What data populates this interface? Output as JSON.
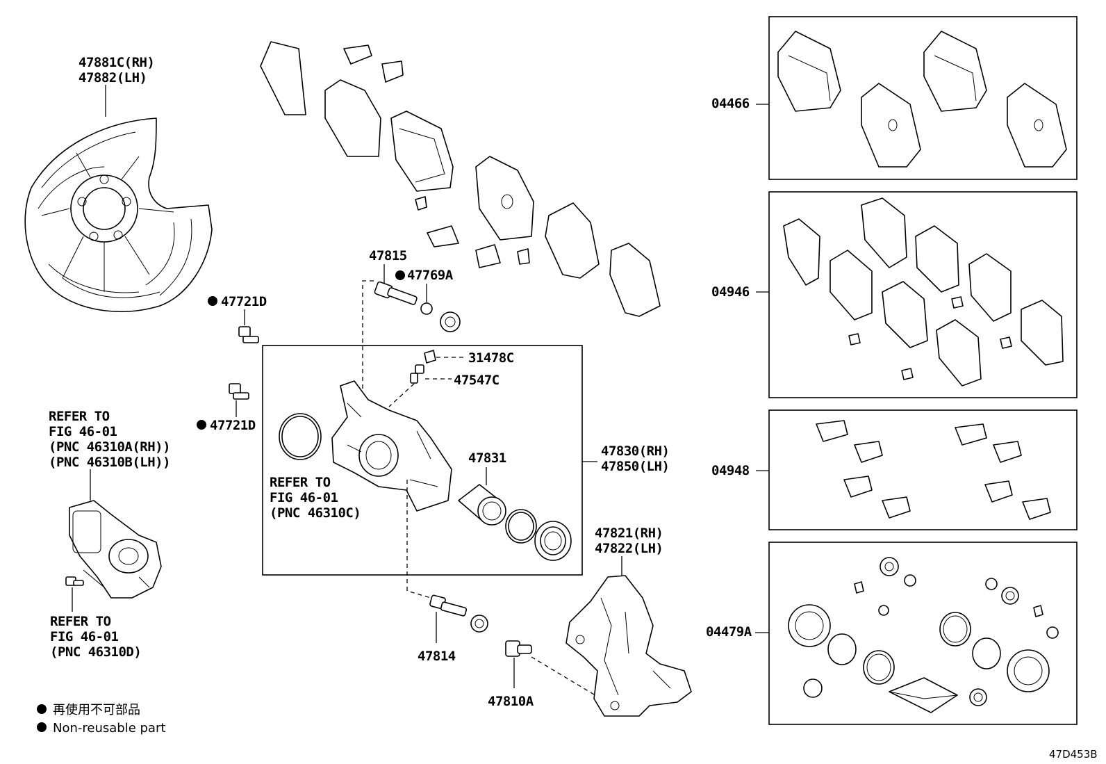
{
  "labels": {
    "dust_cover": [
      "47881C(RH)",
      "47882(LH)"
    ],
    "p47721d_a": "47721D",
    "p47721d_b": "47721D",
    "refer_motor": [
      "REFER TO",
      "FIG 46-01",
      "(PNC 46310A(RH))",
      "(PNC 46310B(LH))"
    ],
    "refer_bolt": [
      "REFER TO",
      "FIG 46-01",
      "(PNC 46310D)"
    ],
    "p47815": "47815",
    "p47769a": "47769A",
    "p31478c": "31478C",
    "p47547c": "47547C",
    "refer_caliper": [
      "REFER TO",
      "FIG 46-01",
      "(PNC 46310C)"
    ],
    "p47831": "47831",
    "caliper": [
      "47830(RH)",
      "47850(LH)"
    ],
    "mounting": [
      "47821(RH)",
      "47822(LH)"
    ],
    "p47814": "47814",
    "p47810a": "47810A",
    "kit_04466": "04466",
    "kit_04946": "04946",
    "kit_04948": "04948",
    "kit_04479a": "04479A"
  },
  "legend": {
    "japanese": "再使用不可部品",
    "english": "Non-reusable part"
  },
  "figure_code": "47D453B"
}
